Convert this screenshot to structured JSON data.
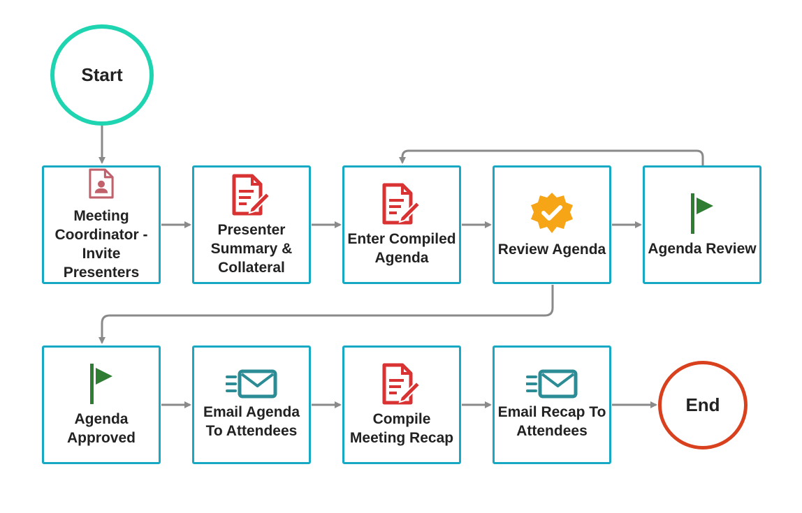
{
  "diagram": {
    "start": {
      "label": "Start"
    },
    "end": {
      "label": "End"
    },
    "nodes": [
      {
        "id": "meeting-coordinator",
        "label": "Meeting\nCoordinator -\nInvite\nPresenters",
        "icon": "user-profile-document-icon"
      },
      {
        "id": "presenter-summary",
        "label": "Presenter\nSummary &\nCollateral",
        "icon": "edit-document-icon"
      },
      {
        "id": "enter-compiled-agenda",
        "label": "Enter Compiled\nAgenda",
        "icon": "edit-document-icon"
      },
      {
        "id": "review-agenda",
        "label": "Review Agenda",
        "icon": "verified-badge-icon"
      },
      {
        "id": "agenda-review",
        "label": "Agenda Review",
        "icon": "flag-icon"
      },
      {
        "id": "agenda-approved",
        "label": "Agenda\nApproved",
        "icon": "flag-icon"
      },
      {
        "id": "email-agenda",
        "label": "Email Agenda\nTo Attendees",
        "icon": "send-mail-icon"
      },
      {
        "id": "compile-meeting-recap",
        "label": "Compile\nMeeting Recap",
        "icon": "edit-document-icon"
      },
      {
        "id": "email-recap",
        "label": "Email Recap To\nAttendees",
        "icon": "send-mail-icon"
      }
    ],
    "colors": {
      "node_border": "#17a9c4",
      "start_border": "#1fd4b0",
      "end_border": "#d9411e",
      "connector": "#8a8a8a",
      "doc_icon_red": "#d93232",
      "profile_icon": "#c0616c",
      "badge_orange": "#f5a516",
      "flag_green": "#2e7d32",
      "mail_teal": "#2b8c96"
    }
  }
}
